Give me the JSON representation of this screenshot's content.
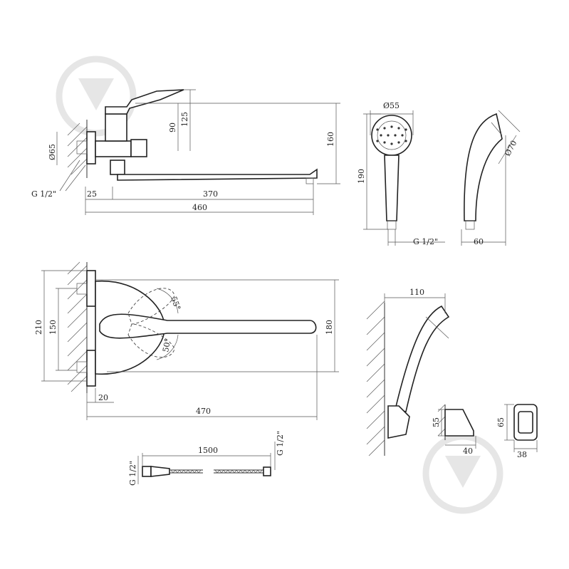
{
  "dimensions": {
    "top_view": {
      "d65": "Ø65",
      "g_half": "G 1/2\"",
      "d25": "25",
      "d370": "370",
      "d460": "460",
      "d90": "90",
      "d125": "125",
      "d160": "160"
    },
    "hand_shower": {
      "d55": "Ø55",
      "d190": "190",
      "g_half": "G 1/2\"",
      "d70": "Ø70",
      "d60": "60"
    },
    "front_view": {
      "d210": "210",
      "d150": "150",
      "d20": "20",
      "d470": "470",
      "d180": "180",
      "a55": "55°",
      "a50": "50°"
    },
    "holder_view": {
      "d110": "110",
      "d55": "55",
      "d40": "40",
      "d65": "65",
      "d38": "38"
    },
    "hose": {
      "g_left": "G 1/2\"",
      "g_right": "G 1/2\"",
      "d1500": "1500"
    }
  },
  "colors": {
    "line": "#333333",
    "watermark": "#e6e6e6",
    "background": "#ffffff"
  },
  "icons": [
    "watermark-logo-icon"
  ]
}
